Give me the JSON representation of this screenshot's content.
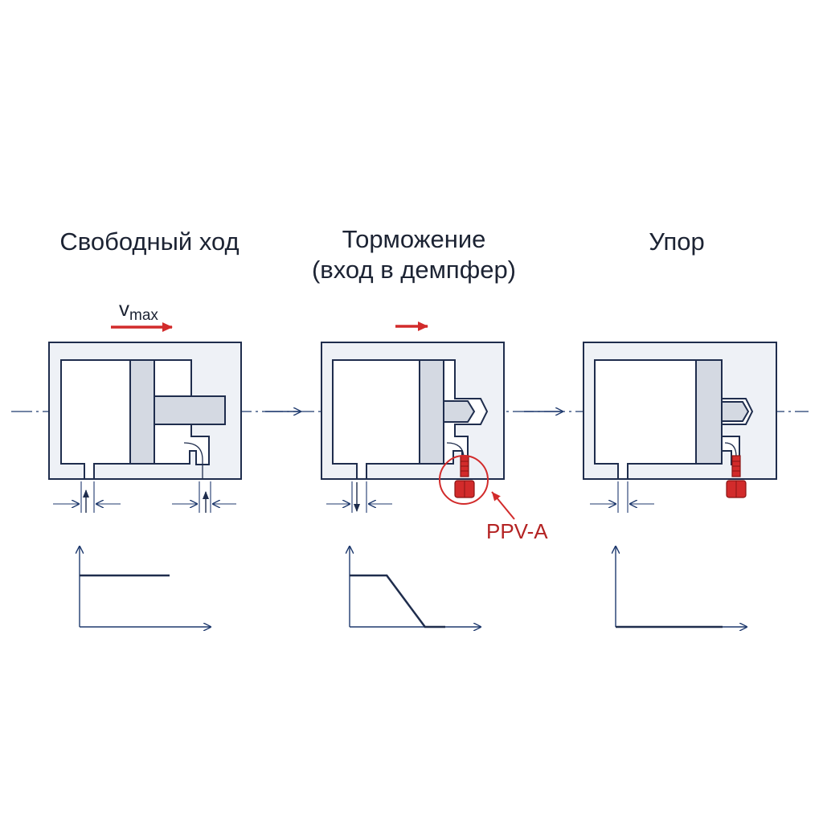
{
  "panels": [
    {
      "title_lines": [
        "Свободный ход"
      ]
    },
    {
      "title_lines": [
        "Торможение",
        "(вход в демпфер)"
      ]
    },
    {
      "title_lines": [
        "Упор"
      ]
    }
  ],
  "labels": {
    "velocity_symbol": "v",
    "velocity_subscript": "max",
    "valve_name": "PPV-A"
  },
  "colors": {
    "line": "#1f2d4d",
    "fill_light": "#eef1f6",
    "fill_mid": "#d4d9e2",
    "accent_red": "#d22b2b",
    "axis_line": "#1f3a6e"
  },
  "graphs": [
    {
      "profile": [
        [
          0,
          0.82
        ],
        [
          0.8,
          0.82
        ]
      ]
    },
    {
      "profile": [
        [
          0,
          0.82
        ],
        [
          0.33,
          0.82
        ],
        [
          0.67,
          0
        ],
        [
          0.85,
          0
        ]
      ]
    },
    {
      "profile": [
        [
          0,
          0
        ],
        [
          0.95,
          0
        ]
      ]
    }
  ]
}
